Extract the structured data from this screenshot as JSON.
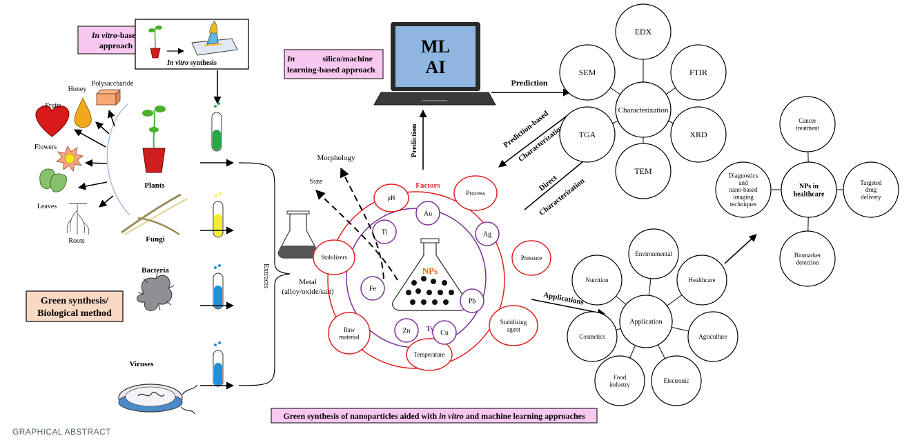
{
  "caption": "GRAPHICAL ABSTRACT",
  "colors": {
    "node_red": "#e0201f",
    "node_purple": "#7b2f96",
    "pink_box": "#f8c8f0",
    "peach_box": "#f9d9c4",
    "factors_text": "#d62020",
    "types_text": "#7b2f96",
    "nps_text": "#e06a1a"
  },
  "boxes": {
    "in_vitro_italic": "In vitro",
    "in_vitro_rest": "-based",
    "in_vitro_line2": "approach",
    "in_silico_italic": "In",
    "in_silico_rest": "silico/machine",
    "in_silico_line2": "learning-based approach",
    "green_line1": "Green synthesis/",
    "green_line2": "Biological method",
    "bottom_a": "Green synthesis of nanoparticles aided with ",
    "bottom_b": "in vitro",
    "bottom_c": " and machine learning approaches"
  },
  "in_vitro_synthesis": {
    "italic": "In vitro",
    "rest": " synthesis"
  },
  "laptop": {
    "line1": "ML",
    "line2": "AI"
  },
  "sources": {
    "fruits": "Fruits",
    "honey": "Honey",
    "polysaccharide": "Polysaccharide",
    "flowers": "Flowers",
    "leaves": "Leaves",
    "roots": "Roots",
    "plants": "Plants",
    "fungi": "Fungi",
    "bacteria": "Bacteria",
    "viruses": "Viruses"
  },
  "labels": {
    "extracts": "Extracts",
    "metal_1": "Metal",
    "metal_2": "(alloy/oxide/salt)",
    "morphology": "Morphology",
    "size": "Size",
    "prediction_up": "Prediction",
    "prediction_right": "Prediction",
    "pred_based_1": "Prediction-based",
    "pred_based_2": "Characterization",
    "direct_1": "Direct",
    "direct_2": "Characterization",
    "applications": "Applications"
  },
  "np_wheel": {
    "center": "NPs",
    "factors": "Factors",
    "types": "Types",
    "factor_nodes": [
      "pH",
      "Process",
      "Pressure",
      "Stabilising agent",
      "Temperature",
      "Raw material",
      "Stabilizers"
    ],
    "type_nodes": [
      "Au",
      "Ag",
      "Pb",
      "Cu",
      "Zn",
      "Fe",
      "Ti"
    ]
  },
  "characterization": {
    "center": "Characterization",
    "nodes": [
      "EDX",
      "FTIR",
      "XRD",
      "TEM",
      "TGA",
      "SEM"
    ]
  },
  "application": {
    "center": "Application",
    "nodes": [
      "Environmental",
      "Healthcare",
      "Agriculture",
      "Electronic",
      "Food industry",
      "Cosmetics",
      "Nutrition"
    ]
  },
  "healthcare": {
    "center": "NPs in healthcare",
    "nodes": [
      "Cancer treatment",
      "Targeted drug delivery",
      "Biomarker detection",
      "Diagnostics and nano-based imaging techniques"
    ]
  }
}
